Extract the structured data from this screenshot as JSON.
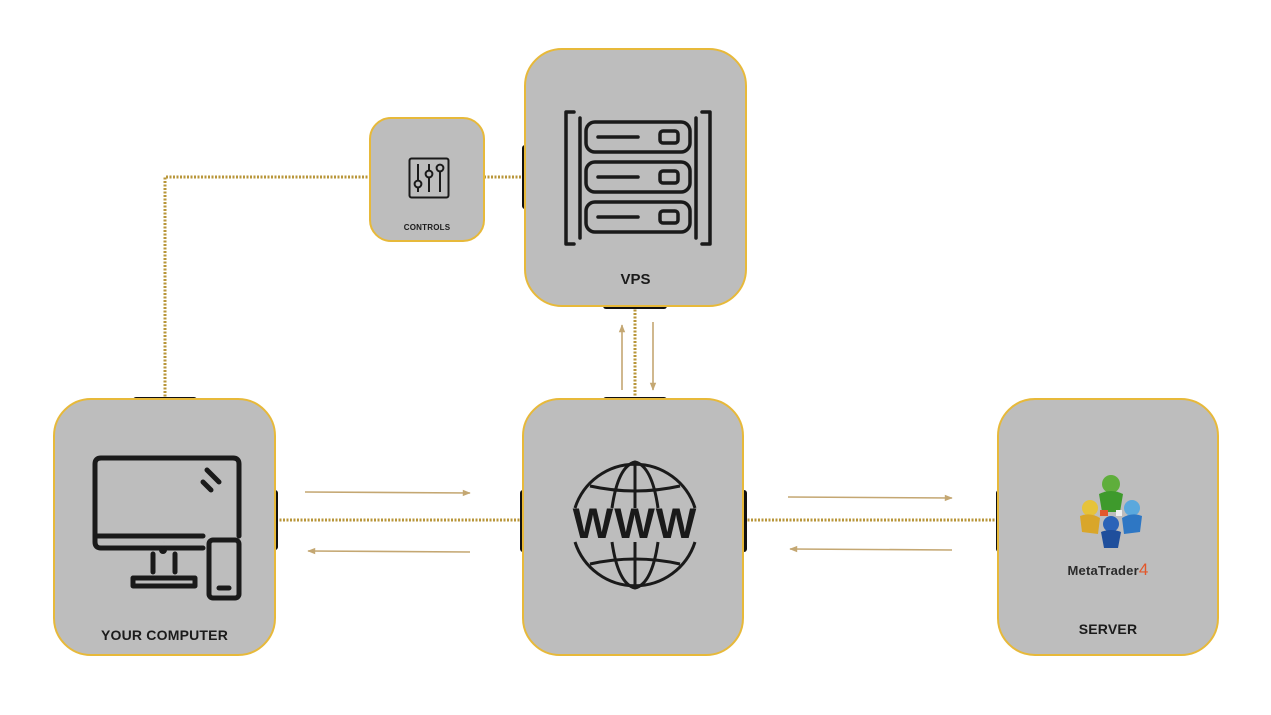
{
  "nodes": {
    "controls": {
      "label": "CONTROLS",
      "icon": "sliders-icon"
    },
    "vps": {
      "label": "VPS",
      "icon": "server-rack-icon"
    },
    "computer": {
      "label": "YOUR COMPUTER",
      "icon": "desktop-computer-icon"
    },
    "internet": {
      "icon": "www-globe-icon",
      "icon_text": "WWW"
    },
    "server": {
      "label": "SERVER",
      "icon": "metatrader-logo",
      "logo_text": "MetaTrader",
      "logo_number": "4"
    }
  },
  "colors": {
    "node_fill": "#bdbdbd",
    "node_border": "#e7b93a",
    "connector": "#b8963a",
    "arrow": "#c4a772",
    "port": "#111111"
  }
}
